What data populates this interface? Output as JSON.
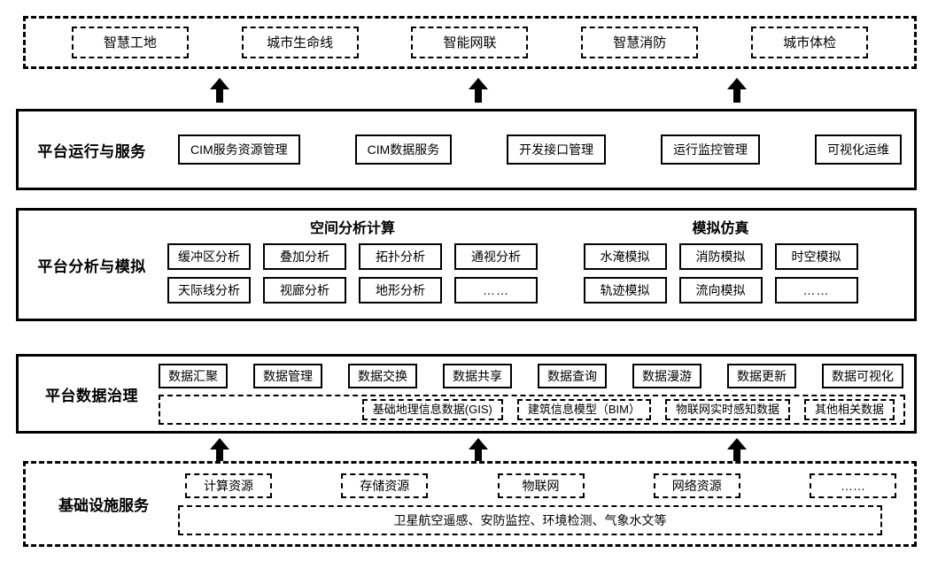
{
  "applications": {
    "items": [
      {
        "label": "智慧工地"
      },
      {
        "label": "城市生命线"
      },
      {
        "label": "智能网联"
      },
      {
        "label": "智慧消防"
      },
      {
        "label": "城市体检"
      }
    ]
  },
  "operations": {
    "title": "平台运行与服务",
    "items": [
      {
        "label": "CIM服务资源管理"
      },
      {
        "label": "CIM数据服务"
      },
      {
        "label": "开发接口管理"
      },
      {
        "label": "运行监控管理"
      },
      {
        "label": "可视化运维"
      }
    ]
  },
  "analysis": {
    "title": "平台分析与模拟",
    "groups": [
      {
        "title": "空间分析计算",
        "row1": [
          {
            "label": "缓冲区分析"
          },
          {
            "label": "叠加分析"
          },
          {
            "label": "拓扑分析"
          },
          {
            "label": "通视分析"
          }
        ],
        "row2": [
          {
            "label": "天际线分析"
          },
          {
            "label": "视廊分析"
          },
          {
            "label": "地形分析"
          },
          {
            "label": "……"
          }
        ]
      },
      {
        "title": "模拟仿真",
        "row1": [
          {
            "label": "水淹模拟"
          },
          {
            "label": "消防模拟"
          },
          {
            "label": "时空模拟"
          }
        ],
        "row2": [
          {
            "label": "轨迹模拟"
          },
          {
            "label": "流向模拟"
          },
          {
            "label": "……"
          }
        ]
      }
    ]
  },
  "governance": {
    "title": "平台数据治理",
    "functions": [
      {
        "label": "数据汇聚"
      },
      {
        "label": "数据管理"
      },
      {
        "label": "数据交换"
      },
      {
        "label": "数据共享"
      },
      {
        "label": "数据查询"
      },
      {
        "label": "数据漫游"
      },
      {
        "label": "数据更新"
      },
      {
        "label": "数据可视化"
      }
    ],
    "sources": [
      {
        "label": "基础地理信息数据(GIS)"
      },
      {
        "label": "建筑信息模型（BIM）"
      },
      {
        "label": "物联网实时感知数据"
      },
      {
        "label": "其他相关数据"
      }
    ]
  },
  "infrastructure": {
    "title": "基础设施服务",
    "resources": [
      {
        "label": "计算资源"
      },
      {
        "label": "存储资源"
      },
      {
        "label": "物联网"
      },
      {
        "label": "网络资源"
      },
      {
        "label": "……"
      }
    ],
    "sensors_label": "卫星航空遥感、安防监控、环境检测、气象水文等"
  },
  "connectors": {
    "upper": [
      {
        "name": "arrow-apps-1"
      },
      {
        "name": "arrow-apps-2"
      },
      {
        "name": "arrow-apps-3"
      }
    ],
    "lower": [
      {
        "name": "arrow-infra-1"
      },
      {
        "name": "arrow-infra-2"
      },
      {
        "name": "arrow-infra-3"
      }
    ]
  },
  "colors": {
    "stroke": "#000000",
    "background": "#ffffff"
  }
}
